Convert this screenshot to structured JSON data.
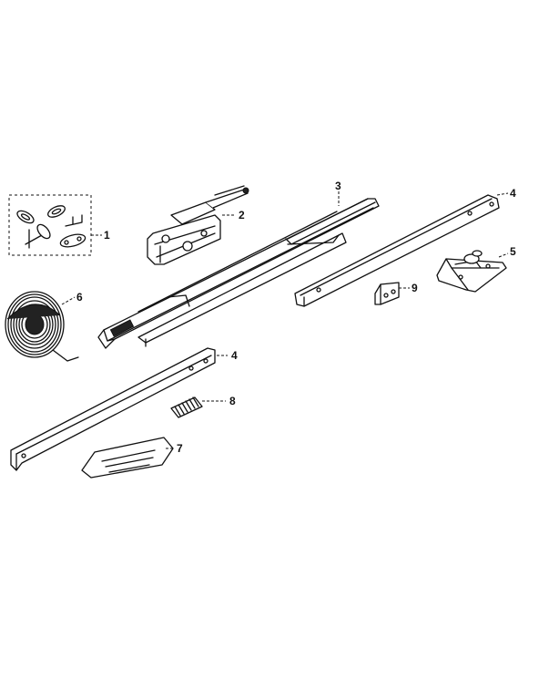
{
  "callouts": {
    "c1": "1",
    "c2": "2",
    "c3": "3",
    "c4a": "4",
    "c4b": "4",
    "c5": "5",
    "c6": "6",
    "c7": "7",
    "c8": "8",
    "c9": "9"
  },
  "icons": {
    "hardware": "chain-links-hardware-icon",
    "trolley": "trolley-icon",
    "rail": "rail-icon",
    "pulley": "idler-pulley-bracket-icon",
    "chain": "coiled-chain-icon",
    "label": "warning-label-icon",
    "spring": "spring-icon",
    "clip": "bracket-clip-icon"
  },
  "colors": {
    "ink": "#111111",
    "paper": "#ffffff"
  }
}
